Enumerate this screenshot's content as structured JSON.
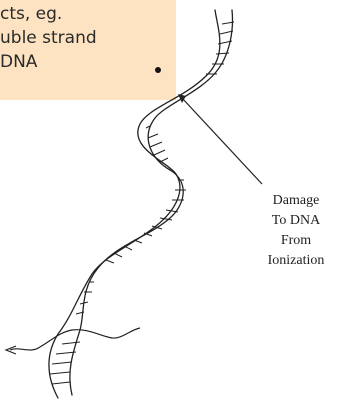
{
  "callout": {
    "line1": "cts, eg.",
    "line2": "uble strand",
    "line3": "DNA",
    "background": "#fde3c1"
  },
  "annotation": {
    "line1": "Damage",
    "line2": "To DNA",
    "line3": "From",
    "line4": "Ionization"
  },
  "diagram": {
    "subject": "dna-double-helix",
    "marker": "ionization-point"
  }
}
